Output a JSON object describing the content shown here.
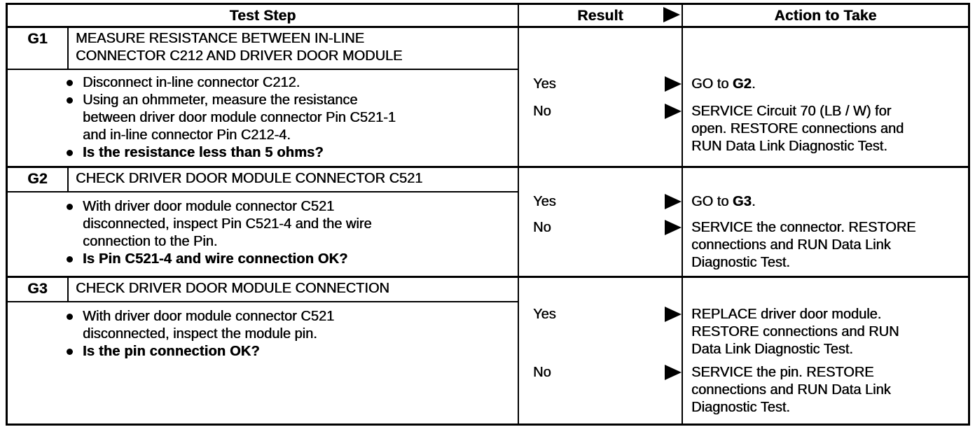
{
  "header": {
    "test_step": "Test Step",
    "result": "Result",
    "action_to_take": "Action to Take"
  },
  "colors": {
    "ink": "#000000",
    "paper": "#ffffff"
  },
  "icons": {
    "result_arrow": "right-solid-triangle"
  },
  "steps": [
    {
      "id": "G1",
      "title_lines": [
        "MEASURE RESISTANCE BETWEEN IN-LINE",
        "CONNECTOR C212 AND DRIVER DOOR MODULE"
      ],
      "bullets": [
        {
          "lines": [
            "Disconnect in-line connector C212."
          ],
          "bold": false
        },
        {
          "lines": [
            "Using an ohmmeter, measure the resistance",
            "between driver door module connector Pin C521-1",
            "and in-line connector Pin C212-4."
          ],
          "bold": false
        },
        {
          "lines": [
            "Is the resistance less than 5 ohms?"
          ],
          "bold": true
        }
      ],
      "outcomes": [
        {
          "label": "Yes",
          "action_pre": "GO to ",
          "action_ref": "G2",
          "action_post": "."
        },
        {
          "label": "No",
          "action_lines": [
            "SERVICE Circuit 70 (LB / W) for",
            "open. RESTORE connections and",
            "RUN Data Link Diagnostic Test."
          ]
        }
      ]
    },
    {
      "id": "G2",
      "title_lines": [
        "CHECK DRIVER DOOR MODULE CONNECTOR C521"
      ],
      "bullets": [
        {
          "lines": [
            "With driver door module connector C521",
            "disconnected, inspect Pin C521-4 and the wire",
            "connection to the Pin."
          ],
          "bold": false
        },
        {
          "lines": [
            "Is Pin C521-4 and wire connection OK?"
          ],
          "bold": true
        }
      ],
      "outcomes": [
        {
          "label": "Yes",
          "action_pre": "GO to ",
          "action_ref": "G3",
          "action_post": "."
        },
        {
          "label": "No",
          "action_lines": [
            "SERVICE the connector. RESTORE",
            "connections and RUN Data Link",
            "Diagnostic Test."
          ]
        }
      ]
    },
    {
      "id": "G3",
      "title_lines": [
        "CHECK DRIVER DOOR MODULE CONNECTION"
      ],
      "bullets": [
        {
          "lines": [
            "With driver door module connector C521",
            "disconnected, inspect the module pin."
          ],
          "bold": false
        },
        {
          "lines": [
            "Is the pin connection OK?"
          ],
          "bold": true
        }
      ],
      "outcomes": [
        {
          "label": "Yes",
          "action_lines": [
            "REPLACE driver door module.",
            "RESTORE connections and RUN",
            "Data Link Diagnostic Test."
          ]
        },
        {
          "label": "No",
          "action_lines": [
            "SERVICE the pin. RESTORE",
            "connections and RUN Data Link",
            "Diagnostic Test."
          ]
        }
      ]
    }
  ]
}
